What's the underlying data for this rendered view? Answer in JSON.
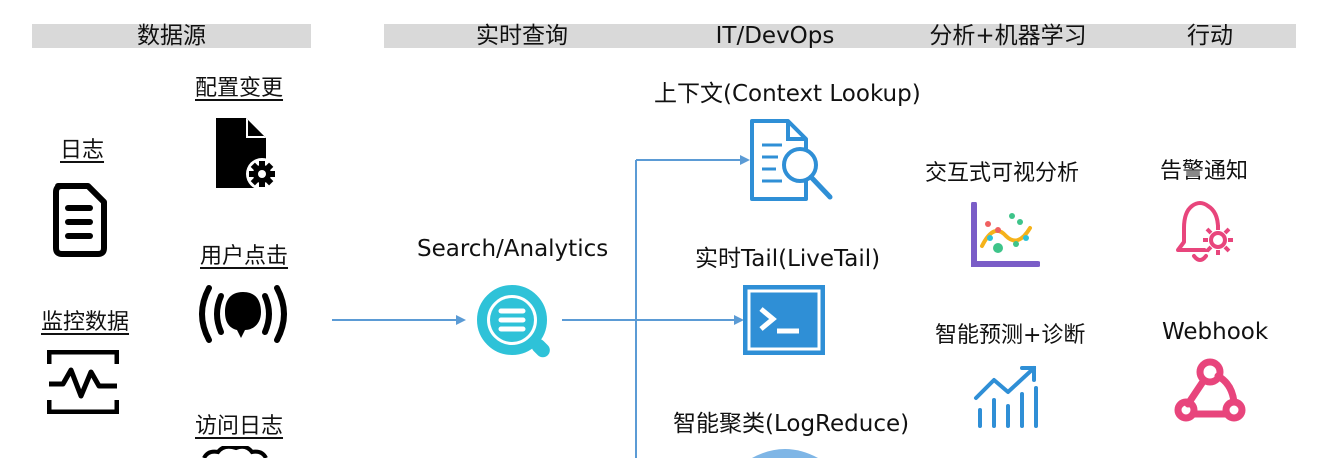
{
  "headers": {
    "sources": "数据源",
    "realtime": "实时查询",
    "itdevops": "IT/DevOps",
    "analytics_ml": "分析+机器学习",
    "action": "行动"
  },
  "sources": {
    "logs": "日志",
    "config_change": "配置变更",
    "user_clicks": "用户点击",
    "monitoring": "监控数据",
    "access_logs": "访问日志"
  },
  "center": {
    "search": "Search/Analytics"
  },
  "devops": {
    "context": "上下文(Context Lookup)",
    "livetail": "实时Tail(LiveTail)",
    "logreduce": "智能聚类(LogReduce)"
  },
  "analytics": {
    "visual": "交互式可视分析",
    "predict": "智能预测+诊断"
  },
  "actions": {
    "alert": "告警通知",
    "webhook": "Webhook"
  },
  "colors": {
    "header_bg": "#d9d9d9",
    "arrow": "#5b9bd5",
    "icon_blue": "#2f8fd6",
    "search_cyan": "#2ec2d8",
    "alert_pink": "#e8457c"
  },
  "icons": {
    "logs": "document-lines-icon",
    "config": "file-gear-icon",
    "clicks": "chat-broadcast-icon",
    "monitoring": "pulse-monitor-icon",
    "access": "cloud-icon",
    "search": "search-chat-icon",
    "context": "doc-search-icon",
    "livetail": "terminal-icon",
    "logreduce": "cluster-icon",
    "visual": "scatter-chart-icon",
    "predict": "trend-chart-icon",
    "alert": "bell-gear-icon",
    "webhook": "webhook-icon"
  }
}
